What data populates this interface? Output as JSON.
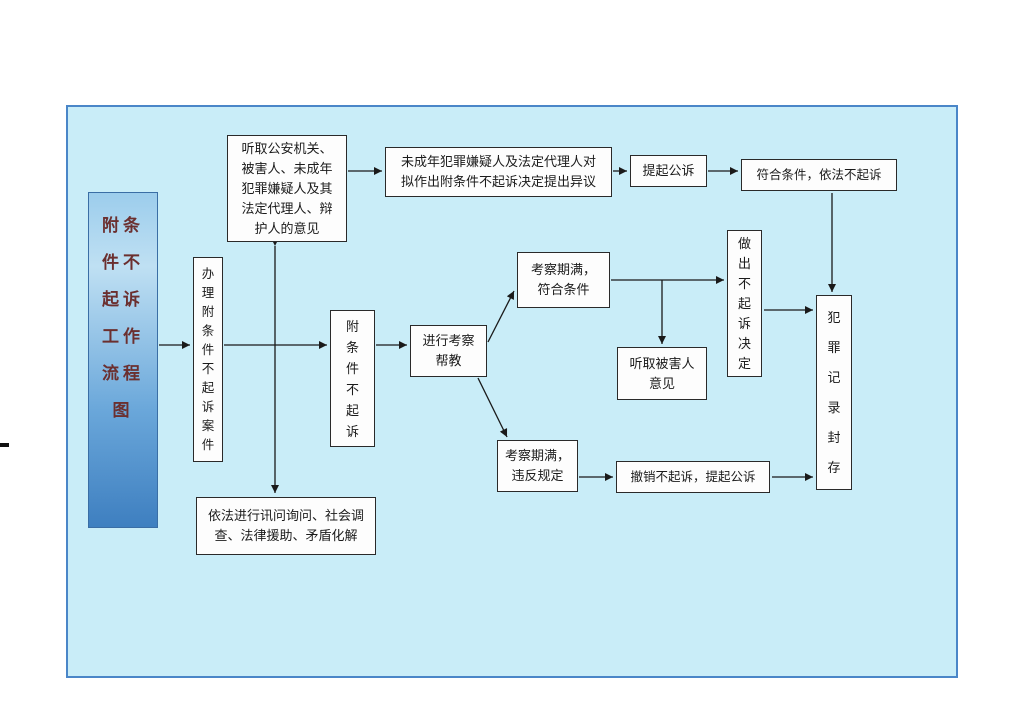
{
  "document": {
    "kind": "scanned-flowchart",
    "background_color": "#ffffff"
  },
  "panel": {
    "fill_color": "#c9edf8",
    "border_color": "#4a86c8"
  },
  "title_box": {
    "text": "附条\n件不\n起诉\n工作\n流程\n图",
    "full_title": "附条件不起诉工作流程图",
    "text_color": "#6b2f2f",
    "gradient_top": "#9ccdec",
    "gradient_bottom": "#3e7fc0"
  },
  "nodes": {
    "handle_case": {
      "text": "办\n理\n附\n条\n件\n不\n起\n诉\n案\n件"
    },
    "listen_opinions": {
      "text": "听取公安机关、\n被害人、未成年\n犯罪嫌疑人及其\n法定代理人、辩\n护人的意见"
    },
    "objection": {
      "text": "未成年犯罪嫌疑人及法定代理人对\n拟作出附条件不起诉决定提出异议"
    },
    "prosecute": {
      "text": "提起公诉"
    },
    "meet_conditions": {
      "text": "符合条件，依法不起诉"
    },
    "conditional": {
      "text": "附\n条\n件\n不\n起\n诉"
    },
    "inspection": {
      "text": "进行考察\n帮教"
    },
    "expire_meet": {
      "text": "考察期满，\n符合条件"
    },
    "listen_victim": {
      "text": "听取被害人\n意见"
    },
    "decision": {
      "text": "做\n出\n不\n起\n诉\n决\n定"
    },
    "record_seal": {
      "text": "犯\n罪\n记\n录\n封\n存"
    },
    "expire_violate": {
      "text": "考察期满，\n违反规定"
    },
    "revoke": {
      "text": "撤销不起诉，提起公诉"
    },
    "legal_procedures": {
      "text": "依法进行讯问询问、社会调\n查、法律援助、矛盾化解"
    }
  }
}
